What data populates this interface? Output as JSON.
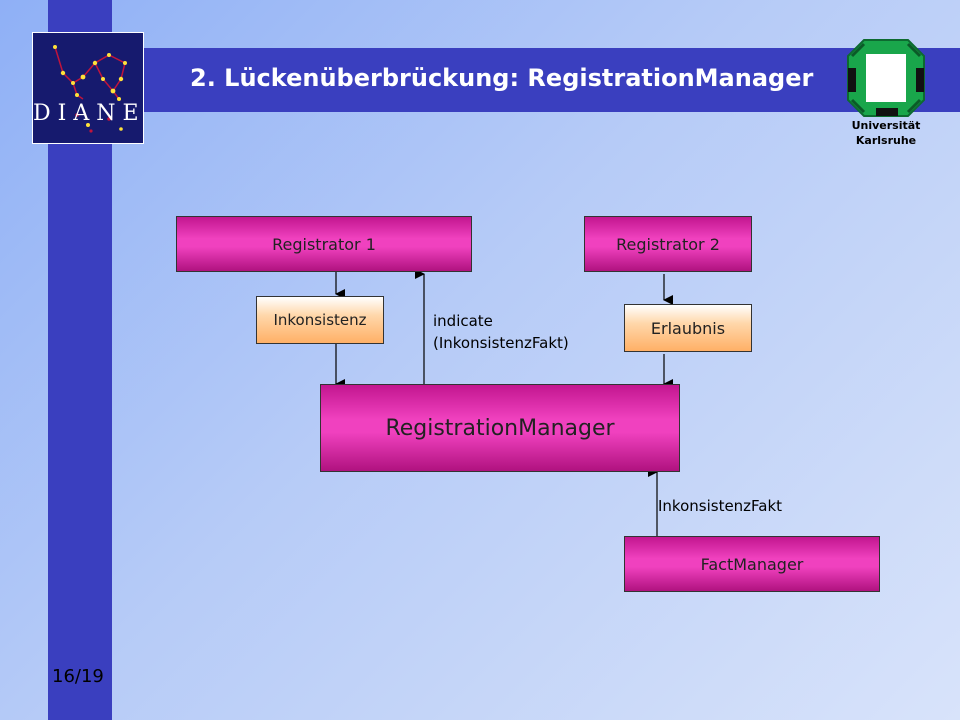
{
  "slide": {
    "title": "2. Lückenüberbrückung: RegistrationManager",
    "page": "16/19"
  },
  "logos": {
    "diane_text": "DIANE",
    "university_line1": "Universität",
    "university_line2": "Karlsruhe"
  },
  "diagram": {
    "registrator1": "Registrator 1",
    "registrator2": "Registrator 2",
    "inkonsistenz": "Inkonsistenz",
    "erlaubnis": "Erlaubnis",
    "registration_manager": "RegistrationManager",
    "fact_manager": "FactManager",
    "indicate_line1": "indicate",
    "indicate_line2": "(InkonsistenzFakt)",
    "inkonsistenzfakt_label": "InkonsistenzFakt"
  },
  "colors": {
    "sidebar": "#3a3fbf",
    "pink_box": "#f041bf",
    "orange_box": "#ffb066",
    "uni_green": "#19a64b"
  }
}
